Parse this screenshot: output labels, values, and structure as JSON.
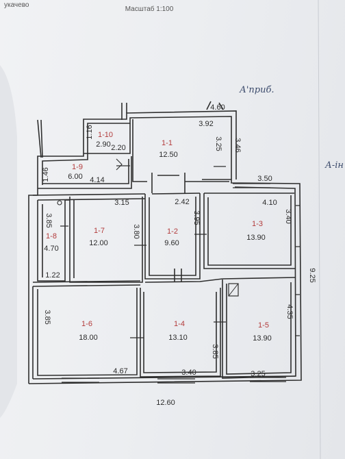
{
  "header": {
    "left_fragment": "укачево",
    "scale": "Масштаб  1:100"
  },
  "annotations": {
    "annex_top": "А'приб.",
    "annex_right": "А-ін"
  },
  "rooms": [
    {
      "number": "1-10",
      "area": "2.90"
    },
    {
      "number": "1-1",
      "area": "12.50"
    },
    {
      "number": "1-9",
      "area": "6.00"
    },
    {
      "number": "1-8",
      "area": "4.70"
    },
    {
      "number": "1-7",
      "area": "12.00"
    },
    {
      "number": "1-2",
      "area": "9.60"
    },
    {
      "number": "1-3",
      "area": "13.90"
    },
    {
      "number": "1-6",
      "area": "18.00"
    },
    {
      "number": "1-4",
      "area": "13.10"
    },
    {
      "number": "1-5",
      "area": "13.90"
    }
  ],
  "dimensions": {
    "top_width": "4.60",
    "r1_1_width": "3.92",
    "r1_1_depth": "3.25",
    "annex_depth": "3.46",
    "r1_10_depth": "1.16",
    "r1_10_width": "2.20",
    "r1_9_depth": "1.46",
    "r1_9_width": "4.14",
    "r1_3_outer": "3.50",
    "r1_7_width": "3.15",
    "r1_2_width": "2.42",
    "r1_3_width": "4.10",
    "r1_8_depth": "3.85",
    "r1_7_depth": "3.80",
    "r1_2_depth": "3.95",
    "r1_3_depth": "3.40",
    "r1_8_width": "1.22",
    "right_depth": "9.25",
    "r1_6_depth": "3.85",
    "r1_5_depth": "4.35",
    "r1_4_depth": "3.85",
    "r1_6_width": "4.67",
    "r1_4_width": "3.40",
    "r1_5_width": "3.25",
    "total_width": "12.60"
  }
}
